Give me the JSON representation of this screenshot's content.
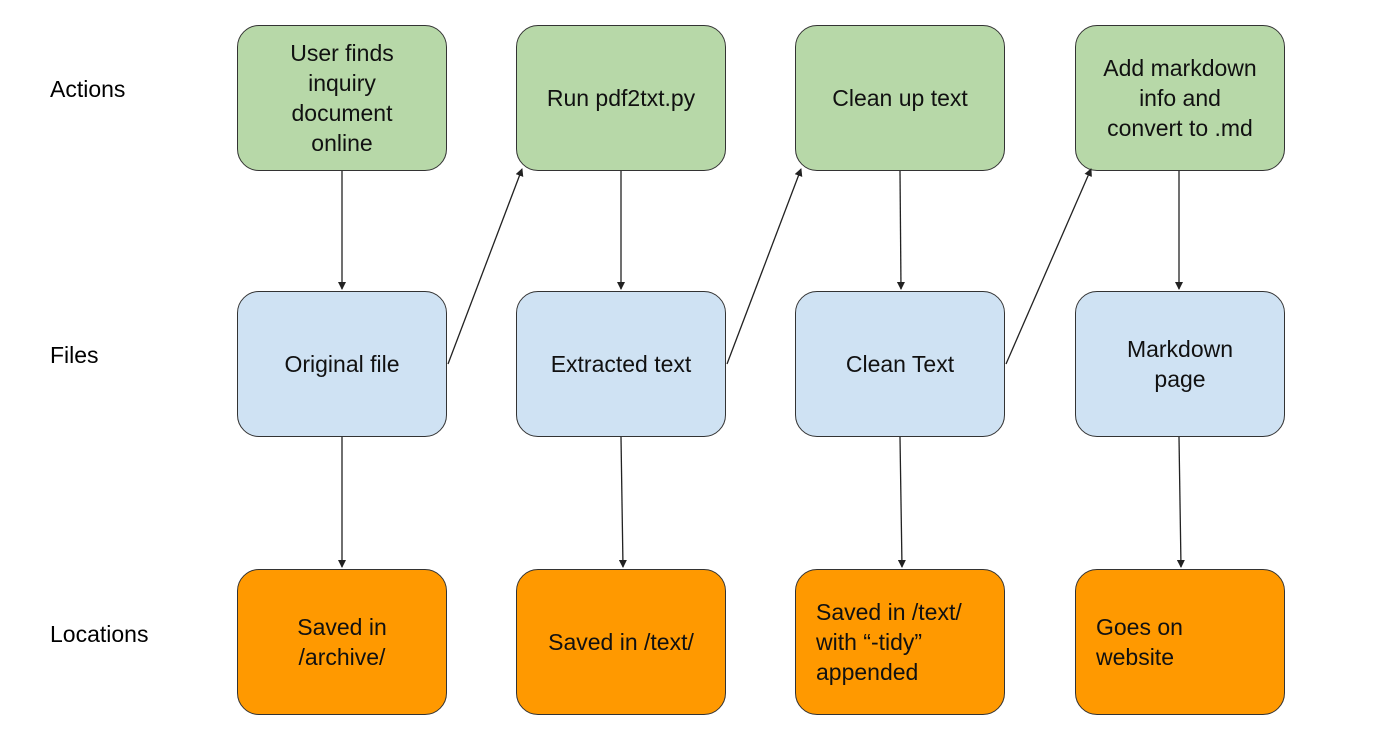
{
  "colors": {
    "action_fill": "#b7d8a8",
    "file_fill": "#cfe2f3",
    "location_fill": "#ff9900",
    "border": "#333333",
    "arrow": "#222222"
  },
  "rows": {
    "actions": "Actions",
    "files": "Files",
    "locations": "Locations"
  },
  "actions": [
    "User finds\ninquiry\ndocument\nonline",
    "Run pdf2txt.py",
    "Clean up text",
    "Add markdown\ninfo and\nconvert to .md"
  ],
  "files": [
    "Original file",
    "Extracted text",
    "Clean Text",
    "Markdown\npage"
  ],
  "locations": [
    "Saved in\n/archive/",
    "Saved in /text/",
    "Saved in /text/\nwith “-tidy”\nappended",
    "Goes on\nwebsite"
  ]
}
